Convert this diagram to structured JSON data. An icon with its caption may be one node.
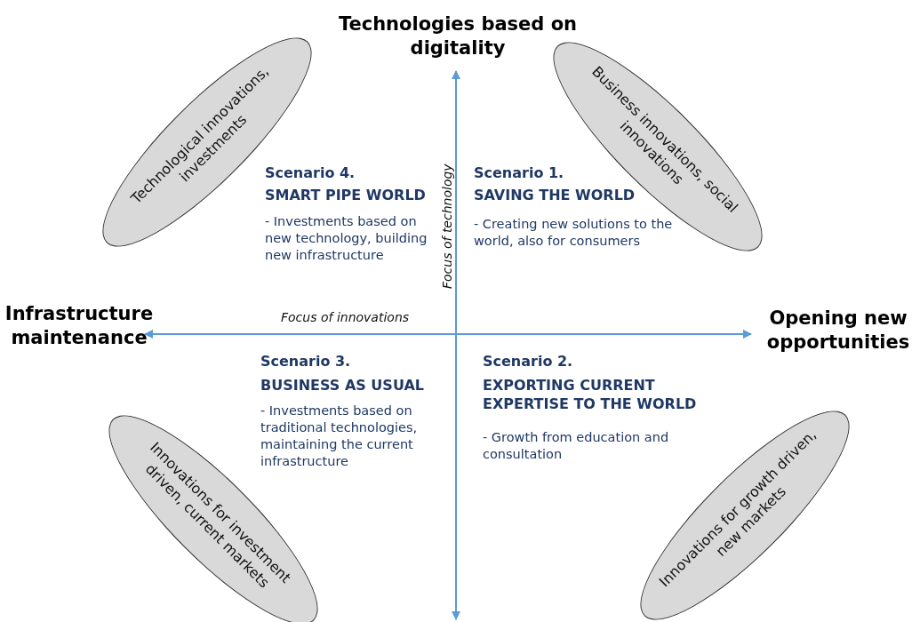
{
  "diagram": {
    "nodes": [
      {
        "text": [
          "Technological innovations, investments"
        ]
      },
      {
        "text": [
          "Business innovations, social innovations"
        ]
      },
      {
        "text": [
          "Innovations for investment driven, current markets"
        ]
      },
      {
        "text": [
          "Innovations for growth driven, new markets"
        ]
      }
    ],
    "labels": [
      "Technologies based on digitality",
      "Focus of technology",
      "Scenario 4.",
      "SMART PIPE WORLD",
      "- Investments based on new technology, building new infrastructure",
      "Scenario 1.",
      "SAVING THE WORLD",
      "- Creating new solutions to the world, also for consumers",
      "Infrastructure maintenance",
      "Focus of innovations",
      "Opening new opportunities",
      "Scenario 3.",
      "BUSINESS AS USUAL",
      "- Investments based on traditional technologies, maintaining the current infrastructure",
      "Scenario 2.",
      "EXPORTING CURRENT EXPERTISE TO THE WORLD",
      "- Growth from education and consultation"
    ]
  }
}
